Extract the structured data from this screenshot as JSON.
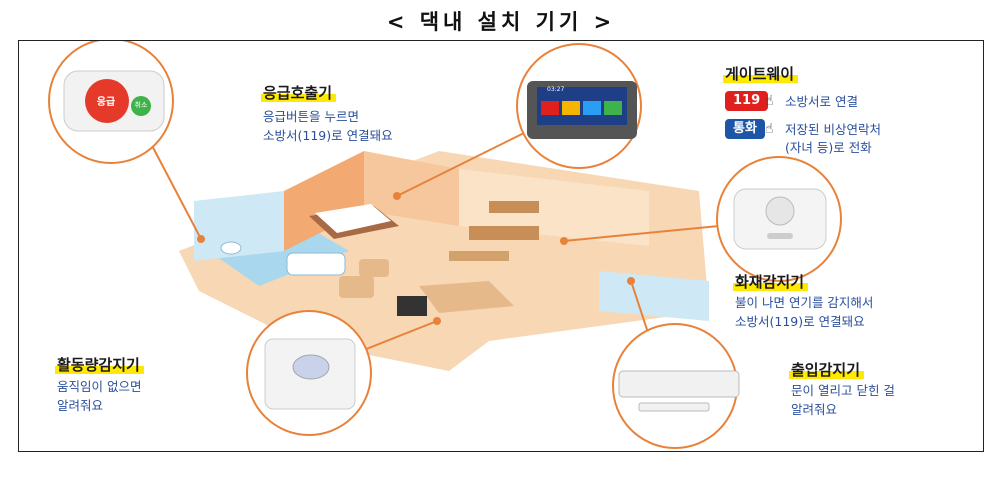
{
  "title": "< 댁내 설치 기기 >",
  "emergency_caller": {
    "name": "응급호출기",
    "desc_line1": "응급버튼을 누르면",
    "desc_line2": "소방서(119)로 연결돼요",
    "button_red_label": "응급",
    "button_green_label": "취소"
  },
  "gateway": {
    "name": "게이트웨이",
    "items": [
      {
        "badge": "119",
        "badge_color": "#e0201f",
        "text_line1": "소방서로 연결",
        "text_line2": ""
      },
      {
        "badge": "통화",
        "badge_color": "#1d56a6",
        "text_line1": "저장된 비상연락처",
        "text_line2": "(자녀 등)로 전화"
      }
    ],
    "screen_time": "03:27"
  },
  "fire_detector": {
    "name": "화재감지기",
    "desc_line1": "불이 나면 연기를 감지해서",
    "desc_line2": "소방서(119)로 연결돼요"
  },
  "activity_sensor": {
    "name": "활동량감지기",
    "desc_line1": "움직임이 없으면",
    "desc_line2": "알려줘요"
  },
  "door_sensor": {
    "name": "출입감지기",
    "desc_line1": "문이 열리고 닫힌 걸",
    "desc_line2": "알려줘요"
  },
  "colors": {
    "callout_orange": "#e8823a",
    "highlight_yellow": "#ffe900",
    "desc_blue": "#2a4f9c",
    "badge_red": "#e0201f",
    "badge_blue": "#1d56a6"
  }
}
